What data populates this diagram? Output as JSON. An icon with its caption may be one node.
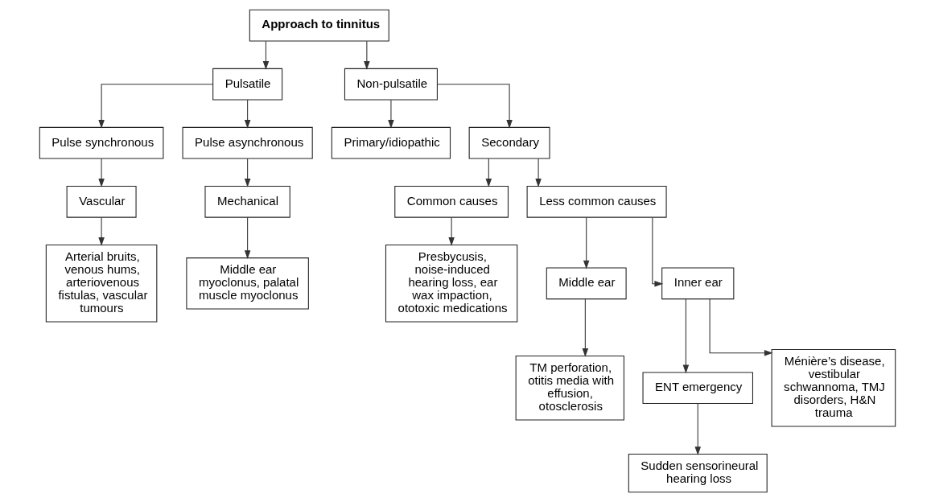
{
  "diagram": {
    "nodes": [
      {
        "text": [
          "Approach to tinnitus"
        ]
      },
      {
        "text": [
          "Pulsatile"
        ]
      },
      {
        "text": [
          "Non-pulsatile"
        ]
      },
      {
        "text": [
          "Pulse synchronous"
        ]
      },
      {
        "text": [
          "Pulse asynchronous"
        ]
      },
      {
        "text": [
          "Primary/idiopathic"
        ]
      },
      {
        "text": [
          "Secondary"
        ]
      },
      {
        "text": [
          "Vascular"
        ]
      },
      {
        "text": [
          "Mechanical"
        ]
      },
      {
        "text": [
          "Common causes"
        ]
      },
      {
        "text": [
          "Less common causes"
        ]
      },
      {
        "text": [
          "Arterial bruits, venous hums, arteriovenous fistulas, vascular tumours"
        ]
      },
      {
        "text": [
          "Middle ear myoclonus, palatal muscle myoclonus"
        ]
      },
      {
        "text": [
          "Presbycusis, noise-induced hearing loss, ear wax impaction, ototoxic medications"
        ]
      },
      {
        "text": [
          "Middle ear"
        ]
      },
      {
        "text": [
          "Inner ear"
        ]
      },
      {
        "text": [
          "TM perforation, otitis media with effusion, otosclerosis"
        ]
      },
      {
        "text": [
          "ENT emergency"
        ]
      },
      {
        "text": [
          "Ménière’s disease, vestibular schwannoma, TMJ disorders, H&N trauma"
        ]
      },
      {
        "text": [
          "Sudden sensorineural hearing loss"
        ]
      }
    ],
    "edges": [
      {
        "from": 0,
        "to": 1,
        "arrow": "to"
      },
      {
        "from": 0,
        "to": 2,
        "arrow": "to"
      },
      {
        "from": 1,
        "to": 3,
        "arrow": "to"
      },
      {
        "from": 1,
        "to": 4,
        "arrow": "to"
      },
      {
        "from": 2,
        "to": 5,
        "arrow": "to"
      },
      {
        "from": 2,
        "to": 6,
        "arrow": "to"
      },
      {
        "from": 3,
        "to": 7,
        "arrow": "to"
      },
      {
        "from": 4,
        "to": 8,
        "arrow": "to"
      },
      {
        "from": 6,
        "to": 9,
        "arrow": "to"
      },
      {
        "from": 6,
        "to": 10,
        "arrow": "to"
      },
      {
        "from": 7,
        "to": 11,
        "arrow": "to"
      },
      {
        "from": 8,
        "to": 12,
        "arrow": "to"
      },
      {
        "from": 9,
        "to": 13,
        "arrow": "to"
      },
      {
        "from": 10,
        "to": 14,
        "arrow": "to"
      },
      {
        "from": 10,
        "to": 15,
        "arrow": "to"
      },
      {
        "from": 14,
        "to": 16,
        "arrow": "to"
      },
      {
        "from": 15,
        "to": 17,
        "arrow": "to"
      },
      {
        "from": 15,
        "to": 18,
        "arrow": "to"
      },
      {
        "from": 17,
        "to": 19,
        "arrow": "to"
      }
    ]
  }
}
